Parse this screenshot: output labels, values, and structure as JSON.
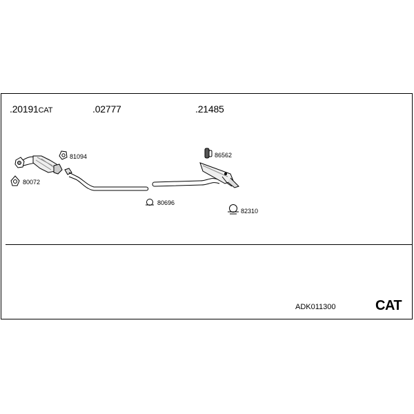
{
  "parts": {
    "main": [
      {
        "number": ".20191",
        "suffix": "CAT"
      },
      {
        "number": ".02777",
        "suffix": ""
      },
      {
        "number": ".21485",
        "suffix": ""
      }
    ],
    "small": [
      "81094",
      "80072",
      "80696",
      "86562",
      "82310"
    ]
  },
  "footer": {
    "code": "ADK011300",
    "cat": "CAT"
  }
}
